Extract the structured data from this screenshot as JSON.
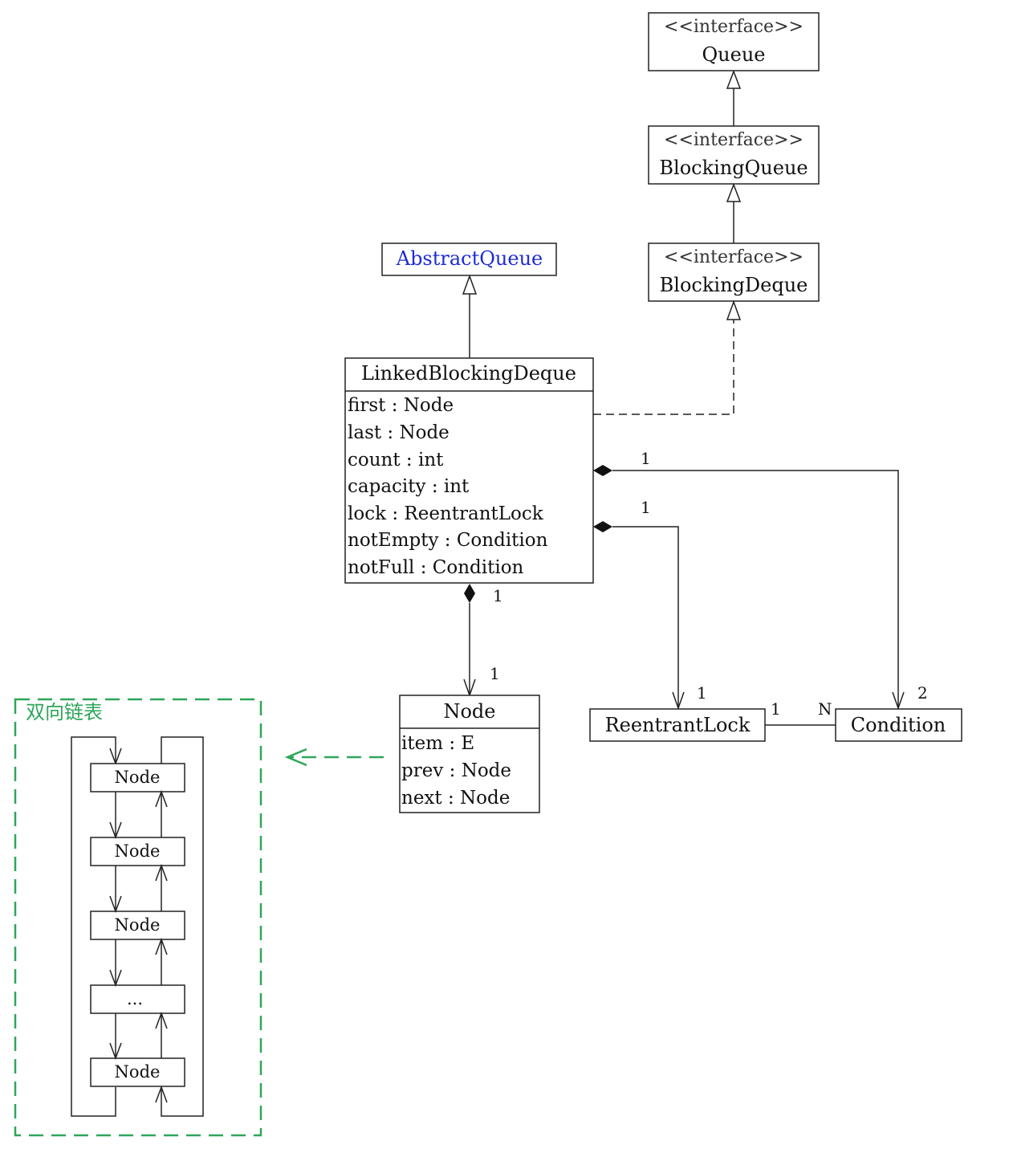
{
  "diagram": {
    "classes": {
      "queue": {
        "stereotype": "<<interface>>",
        "name": "Queue"
      },
      "blocking_queue": {
        "stereotype": "<<interface>>",
        "name": "BlockingQueue"
      },
      "blocking_deque": {
        "stereotype": "<<interface>>",
        "name": "BlockingDeque"
      },
      "abstract_queue": {
        "name": "AbstractQueue"
      },
      "linked_blocking_deque": {
        "name": "LinkedBlockingDeque",
        "fields": [
          "first : Node",
          "last : Node",
          "count : int",
          "capacity : int",
          "lock : ReentrantLock",
          "notEmpty : Condition",
          "notFull : Condition"
        ]
      },
      "node": {
        "name": "Node",
        "fields": [
          "item : E",
          "prev : Node",
          "next : Node"
        ]
      },
      "reentrant_lock": {
        "name": "ReentrantLock"
      },
      "condition": {
        "name": "Condition"
      }
    },
    "multiplicities": {
      "lbd_to_condition_src": "1",
      "lbd_to_condition_dst": "2",
      "lbd_to_lock_src": "1",
      "lbd_to_lock_dst": "1",
      "lbd_to_node_src": "1",
      "lbd_to_node_dst": "1",
      "lock_to_condition_src": "1",
      "lock_to_condition_dst": "N"
    },
    "linked_list_panel": {
      "label": "双向链表",
      "nodes": [
        "Node",
        "Node",
        "Node",
        "...",
        "Node"
      ]
    },
    "colors": {
      "line": "#222222",
      "abstract_text": "#1e2bd6",
      "panel_green": "#2ea65a"
    }
  }
}
